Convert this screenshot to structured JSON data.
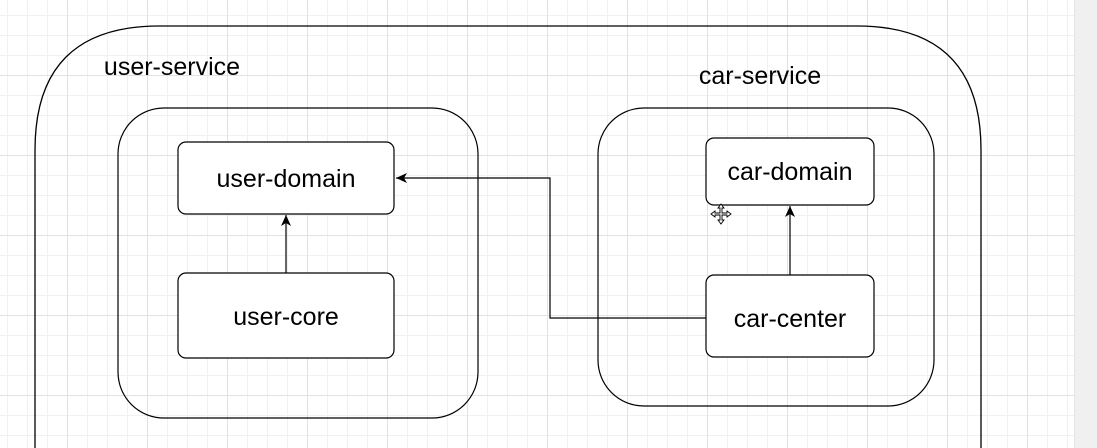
{
  "canvas": {
    "grid": true,
    "background_color": "#ffffff",
    "grid_color": "#e2e2e2"
  },
  "diagram": {
    "outer_group_label": "user-service",
    "user_group": {
      "domain_label": "user-domain",
      "core_label": "user-core"
    },
    "car_group": {
      "group_label": "car-service",
      "domain_label": "car-domain",
      "center_label": "car-center"
    },
    "edges": [
      {
        "from": "user-core",
        "to": "user-domain"
      },
      {
        "from": "car-center",
        "to": "car-domain"
      },
      {
        "from": "car-center",
        "to": "user-domain"
      }
    ],
    "stroke_color": "#000000"
  },
  "cursor_icon": "move-cursor-icon"
}
